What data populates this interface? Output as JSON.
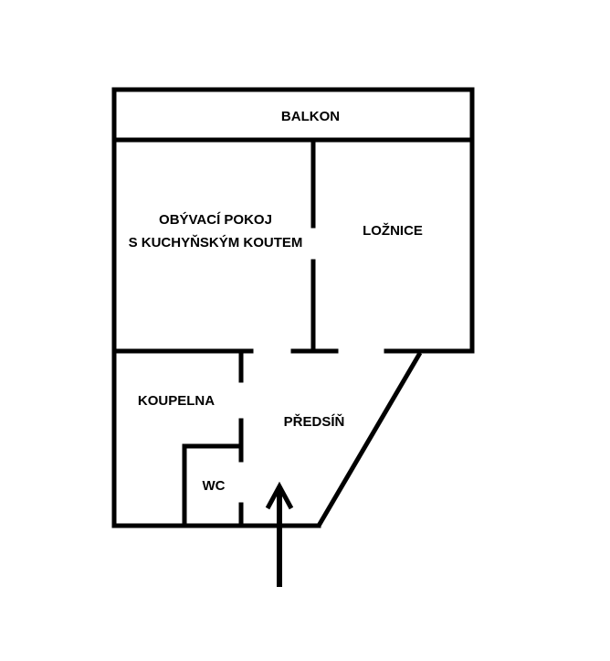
{
  "colors": {
    "wall": "#000000",
    "background": "#ffffff"
  },
  "rooms": {
    "balcony": "BALKON",
    "living_room_line1": "OBÝVACÍ POKOJ",
    "living_room_line2": "S KUCHYŇSKÝM KOUTEM",
    "bedroom": "LOŽNICE",
    "bathroom": "KOUPELNA",
    "hallway": "PŘEDSÍŇ",
    "toilet": "WC"
  },
  "entrance_icon": "arrow-up-icon"
}
